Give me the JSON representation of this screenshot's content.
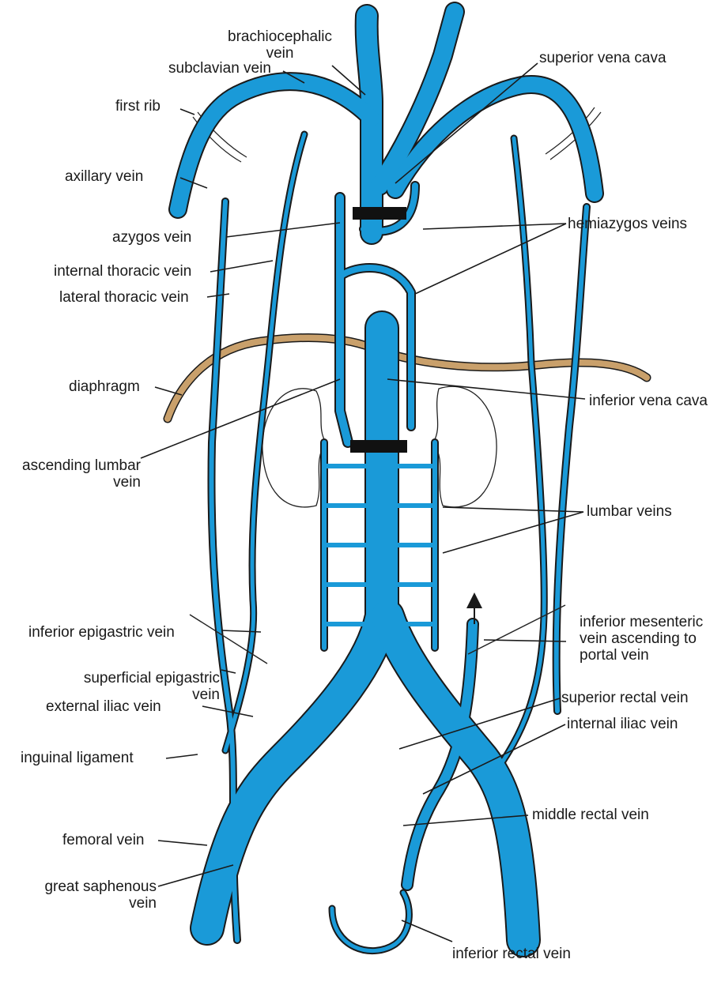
{
  "colors": {
    "vein": "#1a9ad8",
    "outline": "#1a1a1a",
    "diaphragm": "#c9a06b",
    "clamp": "#111111",
    "kidney": "#222222"
  },
  "labels": {
    "brachiocephalic_vein": [
      "brachiocephalic",
      "vein"
    ],
    "subclavian_vein": "subclavian vein",
    "superior_vena_cava": "superior vena cava",
    "first_rib": "first rib",
    "axillary_vein": "axillary vein",
    "azygos_vein": "azygos vein",
    "hemiazygos_veins": "hemiazygos veins",
    "internal_thoracic_vein": "internal thoracic vein",
    "lateral_thoracic_vein": "lateral thoracic vein",
    "diaphragm": "diaphragm",
    "inferior_vena_cava": "inferior vena cava",
    "ascending_lumbar_vein": [
      "ascending lumbar",
      "vein"
    ],
    "lumbar_veins": "lumbar veins",
    "inferior_epigastric_vein": "inferior epigastric vein",
    "inferior_mesenteric_vein": [
      "inferior mesenteric",
      "vein ascending to",
      "portal vein"
    ],
    "superficial_epigastric_vein": [
      "superficial epigastric",
      "vein"
    ],
    "superior_rectal_vein": "superior rectal vein",
    "external_iliac_vein": "external iliac vein",
    "internal_iliac_vein": "internal iliac vein",
    "inguinal_ligament": "inguinal ligament",
    "middle_rectal_vein": "middle rectal vein",
    "femoral_vein": "femoral vein",
    "great_saphenous_vein": [
      "great saphenous",
      "vein"
    ],
    "inferior_rectal_vein": "inferior rectal vein"
  }
}
